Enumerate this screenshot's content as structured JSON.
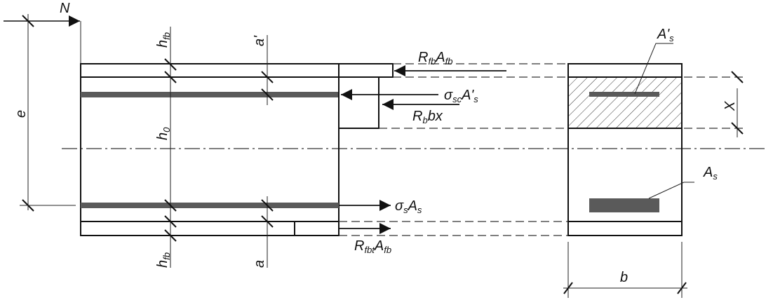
{
  "colors": {
    "flange": "#b3b3b3",
    "rebar": "#5a5a5a",
    "line": "#111111"
  },
  "labels": {
    "N": "N",
    "e": "e",
    "h_fb_top": {
      "main": "h",
      "sub": "fb"
    },
    "a_prime": "a'",
    "h0": {
      "main": "h",
      "sub": "0"
    },
    "h_fb_bottom": {
      "main": "h",
      "sub": "fb"
    },
    "a": "a",
    "RfbAfb": {
      "R": "R",
      "R_sub": "fb",
      "A": "A",
      "A_sub": "fb"
    },
    "sigma_sc_As_prime": {
      "sigma": "σ",
      "sigma_sub": "sc",
      "A": "A'",
      "A_sub": "s"
    },
    "Rbbx": {
      "R": "R",
      "R_sub": "b",
      "rest": "bx"
    },
    "sigma_s_As": {
      "sigma": "σ",
      "sigma_sub": "s",
      "A": "A",
      "A_sub": "s"
    },
    "RfbtAfb": {
      "R": "R",
      "R_sub": "fbt",
      "A": "A",
      "A_sub": "fb"
    },
    "As_prime": {
      "A": "A'",
      "sub": "s"
    },
    "As": {
      "A": "A",
      "sub": "s"
    },
    "x": "X",
    "b": "b"
  }
}
